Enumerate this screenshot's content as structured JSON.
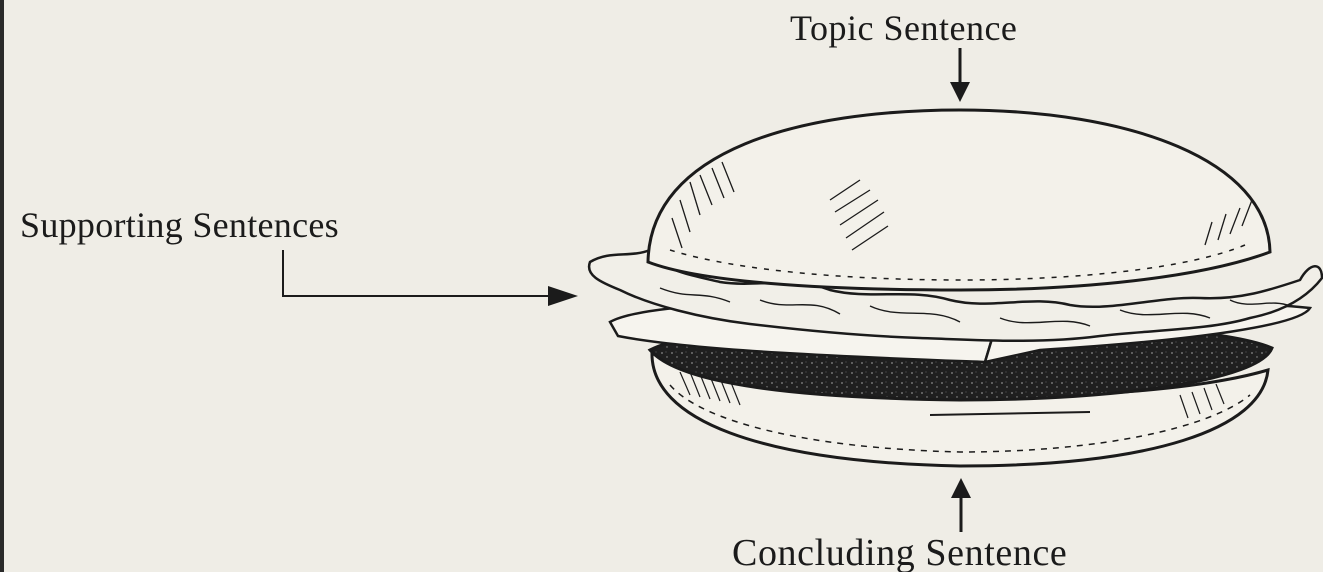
{
  "labels": {
    "top": "Topic Sentence",
    "middle": "Supporting Sentences",
    "bottom": "Concluding Sentence"
  },
  "colors": {
    "background": "#efede6",
    "ink": "#1b1b1b",
    "patty": "#1f1f1f"
  },
  "illustration": "hamburger-drawing"
}
